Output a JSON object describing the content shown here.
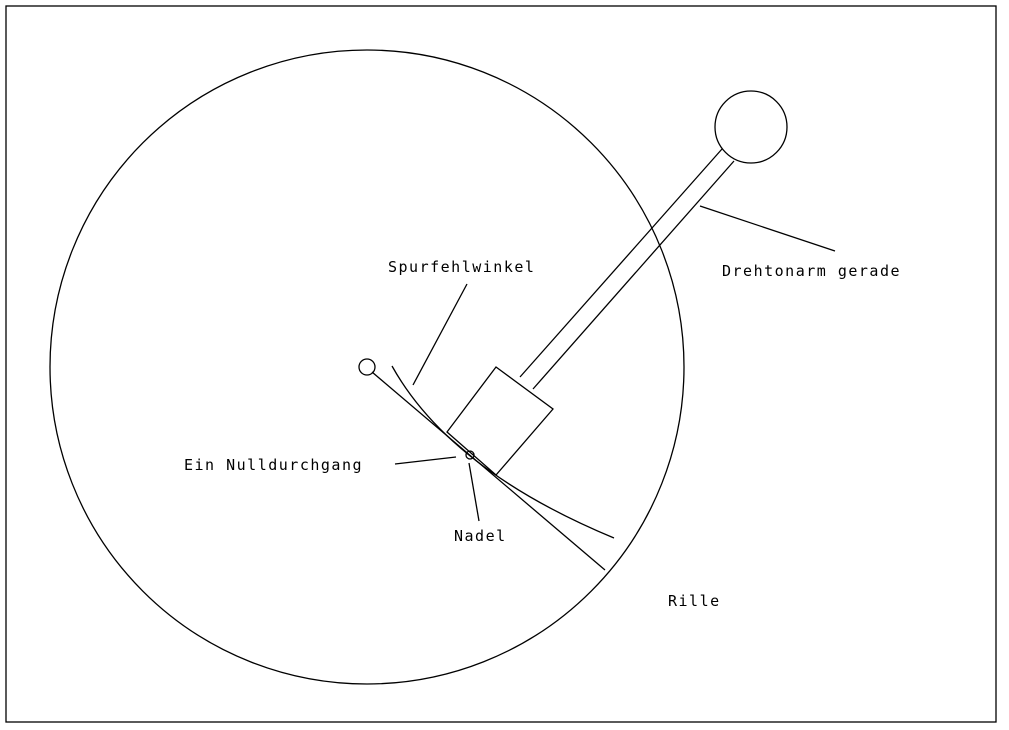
{
  "labels": {
    "tracking_error_angle": "Spurfehlwinkel",
    "tonearm": "Drehtonarm gerade",
    "zero_crossing": "Ein Nulldurchgang",
    "needle": "Nadel",
    "groove": "Rille"
  },
  "colors": {
    "line": "#000000",
    "background": "#ffffff"
  }
}
